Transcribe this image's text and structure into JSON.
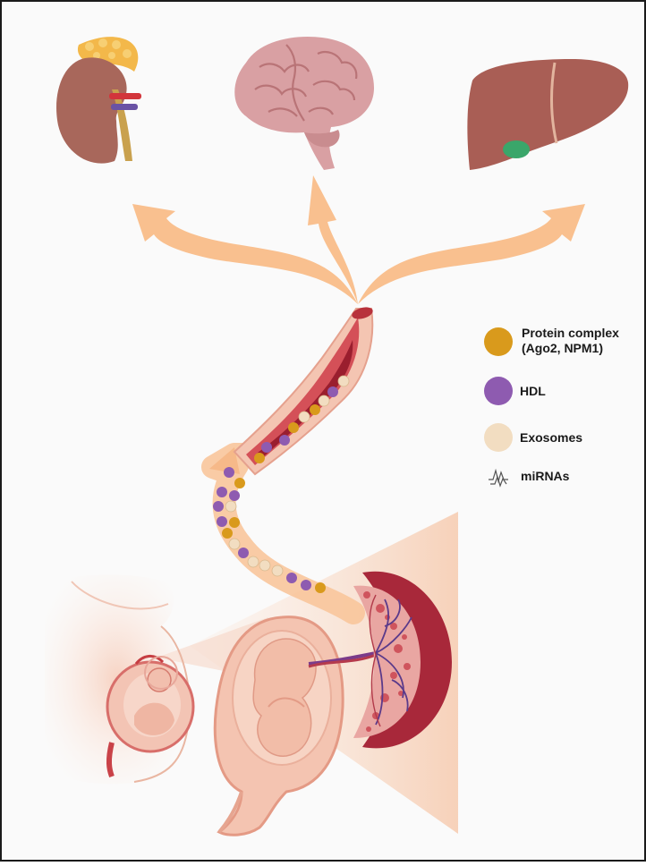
{
  "legend": {
    "items": [
      {
        "key": "protein",
        "label_line1": "Protein complex",
        "label_line2": "(Ago2, NPM1)",
        "color": "#d99a1c"
      },
      {
        "key": "hdl",
        "label_line1": "HDL",
        "color": "#8e5bb0"
      },
      {
        "key": "exosomes",
        "label_line1": "Exosomes",
        "color": "#f2ddc1"
      },
      {
        "key": "mirnas",
        "label_line1": "miRNAs",
        "icon": "squiggle-icon"
      }
    ]
  },
  "organs": [
    "kidney-icon",
    "brain-icon",
    "liver-icon"
  ],
  "colors": {
    "arrow": "#f9c08f",
    "vessel_outer": "#e9a4a0",
    "vessel_inner": "#b23a3f",
    "placenta": "#c23b45",
    "uterus": "#f3c2b0",
    "triangle": "#f8d6c2",
    "stream": "#f8c8a0",
    "frame": "#1a1a1a"
  }
}
